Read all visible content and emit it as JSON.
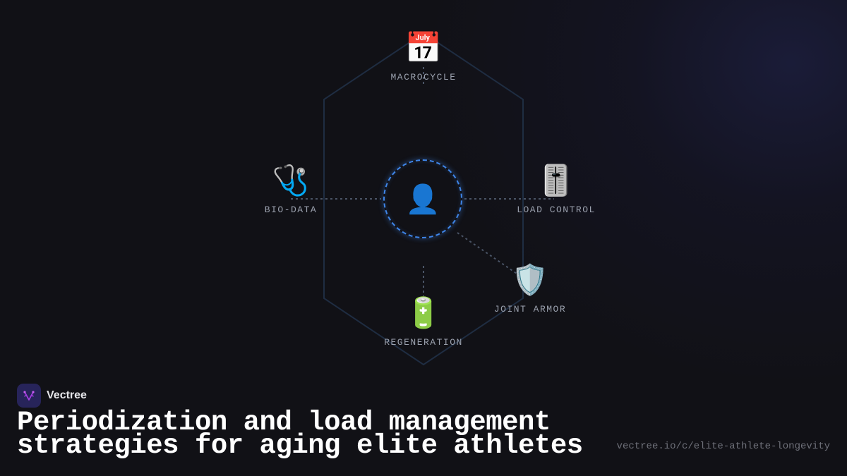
{
  "brand": {
    "name": "Vectree",
    "logo_icon": "vectree-fork-logo-icon",
    "logo_bg": "#27245a",
    "logo_accent": "#a43ee0"
  },
  "title": {
    "line1": "Periodization and load management",
    "line2": "strategies for aging elite athletes"
  },
  "url": "vectree.io/c/elite-athlete-longevity",
  "diagram": {
    "center": {
      "icon": "person-silhouette-icon",
      "glyph": "👤",
      "ring_color": "#3f86ea"
    },
    "hexagon_color": "#1f2d42",
    "connector_color": "#4a5466",
    "nodes": [
      {
        "id": "macrocycle",
        "label": "MACROCYCLE",
        "icon": "calendar-icon",
        "glyph": "📅"
      },
      {
        "id": "bio-data",
        "label": "BIO-DATA",
        "icon": "stethoscope-icon",
        "glyph": "🩺"
      },
      {
        "id": "load-control",
        "label": "LOAD CONTROL",
        "icon": "level-slider-icon",
        "glyph": "🎚️"
      },
      {
        "id": "joint-armor",
        "label": "JOINT ARMOR",
        "icon": "shield-icon",
        "glyph": "🛡️"
      },
      {
        "id": "regeneration",
        "label": "REGENERATION",
        "icon": "battery-icon",
        "glyph": "🔋"
      }
    ]
  }
}
